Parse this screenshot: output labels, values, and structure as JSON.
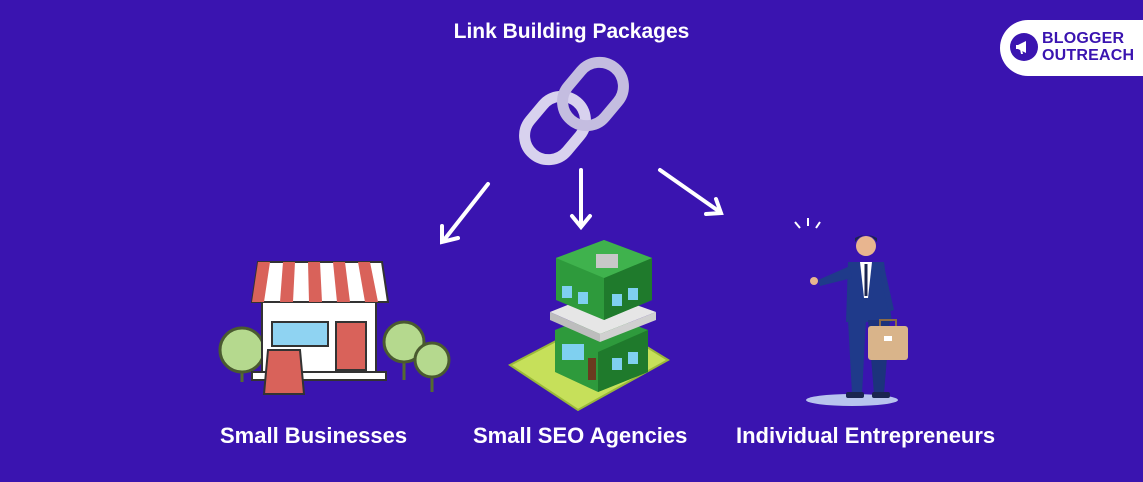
{
  "title": "Link Building Packages",
  "logo": {
    "line1": "BLOGGER",
    "line2": "OUTREACH"
  },
  "categories": [
    {
      "label": "Small Businesses",
      "icon": "storefront-icon"
    },
    {
      "label": "Small SEO Agencies",
      "icon": "office-building-icon"
    },
    {
      "label": "Individual Entrepreneurs",
      "icon": "businessman-icon"
    }
  ],
  "colors": {
    "background": "#3a14b0",
    "text": "#ffffff",
    "chain": "#d8d2ee",
    "awning_red": "#d9625a",
    "tree_green": "#b5d98e",
    "building_green": "#2e9a3c",
    "grass": "#c6e05a",
    "suit_blue": "#1f3a8a",
    "briefcase": "#d9b48a"
  }
}
